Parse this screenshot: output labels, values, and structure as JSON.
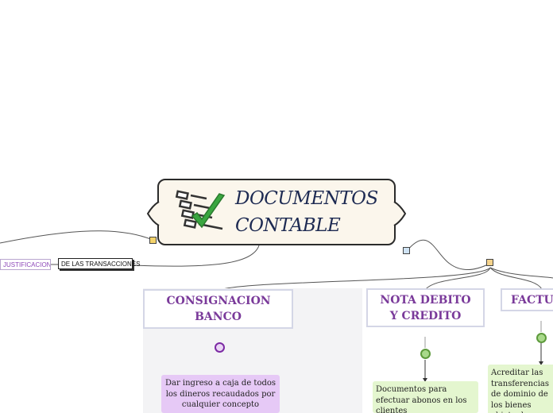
{
  "main_topic": {
    "title_line1": "DOCUMENTOS",
    "title_line2": "CONTABLE",
    "icon": "checklist-icon"
  },
  "tags": {
    "justificacion": "JUSTIFICACION",
    "transacciones": "DE LAS TRANSACCIONES"
  },
  "topics": [
    {
      "title": "CONSIGNACION BANCO",
      "description": "Dar ingreso a caja de todos los dineros recaudados por cualquier concepto"
    },
    {
      "title": "NOTA DEBITO Y CREDITO",
      "description": "Documentos para efectuar abonos en los clientes"
    },
    {
      "title": "FACTURA",
      "description": "Acreditar las transferencias de dominio de los bienes objeto de compra"
    }
  ],
  "colors": {
    "topic_text": "#7a3a9a",
    "main_title": "#1d2a52",
    "purple_note": "#e6c9f6",
    "green_note": "#e4f6cf",
    "purple_marker": "#7c2aa4",
    "green_marker": "#5d9a3c"
  }
}
